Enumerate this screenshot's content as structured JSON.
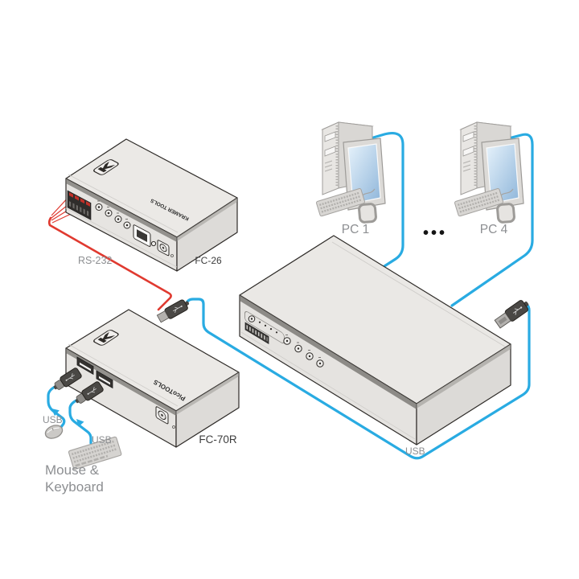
{
  "devices": {
    "fc26": {
      "label": "FC-26",
      "face_text": "KRAMER TOOLS"
    },
    "fc70r": {
      "label": "FC-70R",
      "face_text": "PicoTOOLS"
    }
  },
  "computers": {
    "pc1_label": "PC 1",
    "pc4_label": "PC 4",
    "ellipsis": "•••"
  },
  "peripherals": {
    "mouse_keyboard_line1": "Mouse &",
    "mouse_keyboard_line2": "Keyboard"
  },
  "cables": {
    "rs232_label": "RS-232",
    "usb_mouse_label": "USB",
    "usb_keyboard_label": "USB",
    "usb_main_label": "USB"
  },
  "colors": {
    "cable_blue": "#29abe2",
    "cable_red": "#e03a30",
    "outline_dark": "#2e2b28",
    "label_gray": "#8d8f92",
    "device_label_gray": "#3d3d3d",
    "chassis_fill": "#e8e6e3",
    "screen_blue": "#8fb6da"
  }
}
